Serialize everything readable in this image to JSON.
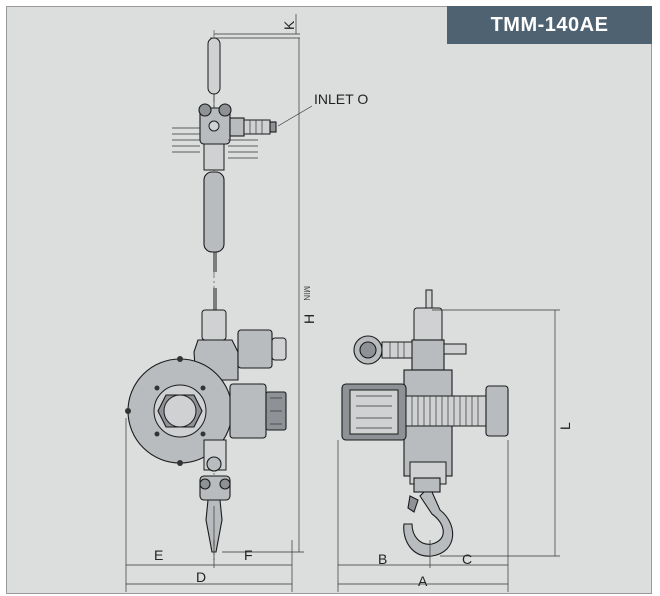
{
  "model": "TMM-140AE",
  "labels": {
    "inlet": "INLET O",
    "k": "K",
    "h": "H",
    "min": "MIN",
    "l": "L",
    "a": "A",
    "b": "B",
    "c": "C",
    "d": "D",
    "e": "E",
    "f": "F"
  },
  "colors": {
    "background": "#dcdddd",
    "tag": "#4f6271",
    "line": "#1a1a1a"
  }
}
